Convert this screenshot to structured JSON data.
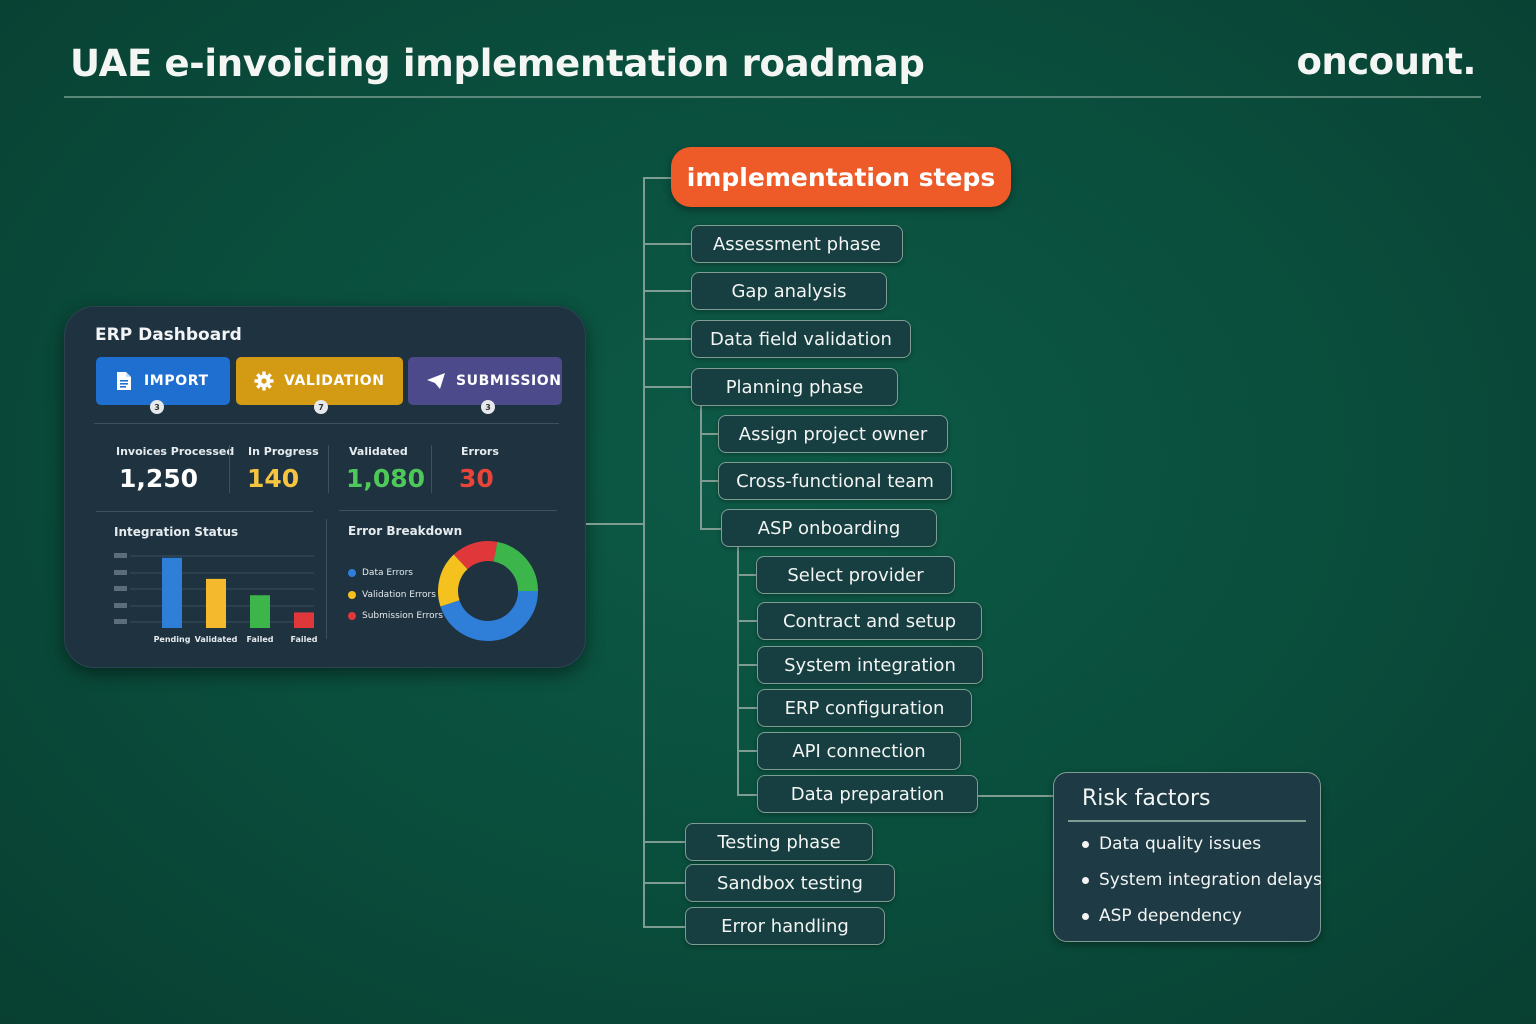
{
  "header": {
    "title": "UAE e-invoicing implementation roadmap",
    "brand": "oncount."
  },
  "dashboard": {
    "title": "ERP Dashboard",
    "buttons": [
      {
        "label": "IMPORT",
        "icon": "document-icon",
        "color": "#1f6fd1",
        "badge": "3"
      },
      {
        "label": "VALIDATION",
        "icon": "gear-icon",
        "color": "#d39a14",
        "badge": "7"
      },
      {
        "label": "SUBMISSION",
        "icon": "paper-plane-icon",
        "color": "#4d4a8c",
        "badge": "3"
      }
    ],
    "stats": [
      {
        "label": "Invoices Processed",
        "value": "1,250",
        "color": "#ffffff"
      },
      {
        "label": "In Progress",
        "value": "140",
        "color": "#f5c542"
      },
      {
        "label": "Validated",
        "value": "1,080",
        "color": "#4fc85a"
      },
      {
        "label": "Errors",
        "value": "30",
        "color": "#e8443a"
      }
    ],
    "integration_status": {
      "title": "Integration Status",
      "bars": [
        {
          "label": "Pending",
          "value": 0.9,
          "color": "#2f7fd8"
        },
        {
          "label": "Validated",
          "value": 0.63,
          "color": "#f5b92e"
        },
        {
          "label": "Failed",
          "value": 0.42,
          "color": "#3cb54a"
        },
        {
          "label": "Failed",
          "value": 0.2,
          "color": "#e0383a"
        }
      ]
    },
    "error_breakdown": {
      "title": "Error Breakdown",
      "legend": [
        {
          "label": "Data Errors",
          "color": "#2f7fd8"
        },
        {
          "label": "Validation Errors",
          "color": "#f5c11e"
        },
        {
          "label": "Submission Errors",
          "color": "#e0383a"
        }
      ],
      "donut": [
        {
          "name": "blue",
          "value": 45,
          "color": "#2f7fd8"
        },
        {
          "name": "yellow",
          "value": 18,
          "color": "#f5c11e"
        },
        {
          "name": "red",
          "value": 15,
          "color": "#e0383a"
        },
        {
          "name": "green",
          "value": 22,
          "color": "#3cb54a"
        }
      ]
    }
  },
  "tree": {
    "root": "implementation steps",
    "steps": [
      "Assessment phase",
      "Gap analysis",
      "Data field validation",
      "Planning phase",
      "Assign project owner",
      "Cross-functional team",
      "ASP onboarding",
      "Select provider",
      "Contract and setup",
      "System integration",
      "ERP configuration",
      "API connection",
      "Data preparation",
      "Testing phase",
      "Sandbox testing",
      "Error handling"
    ]
  },
  "risk": {
    "title": "Risk factors",
    "items": [
      "Data quality issues",
      "System integration delays",
      "ASP dependency"
    ]
  }
}
